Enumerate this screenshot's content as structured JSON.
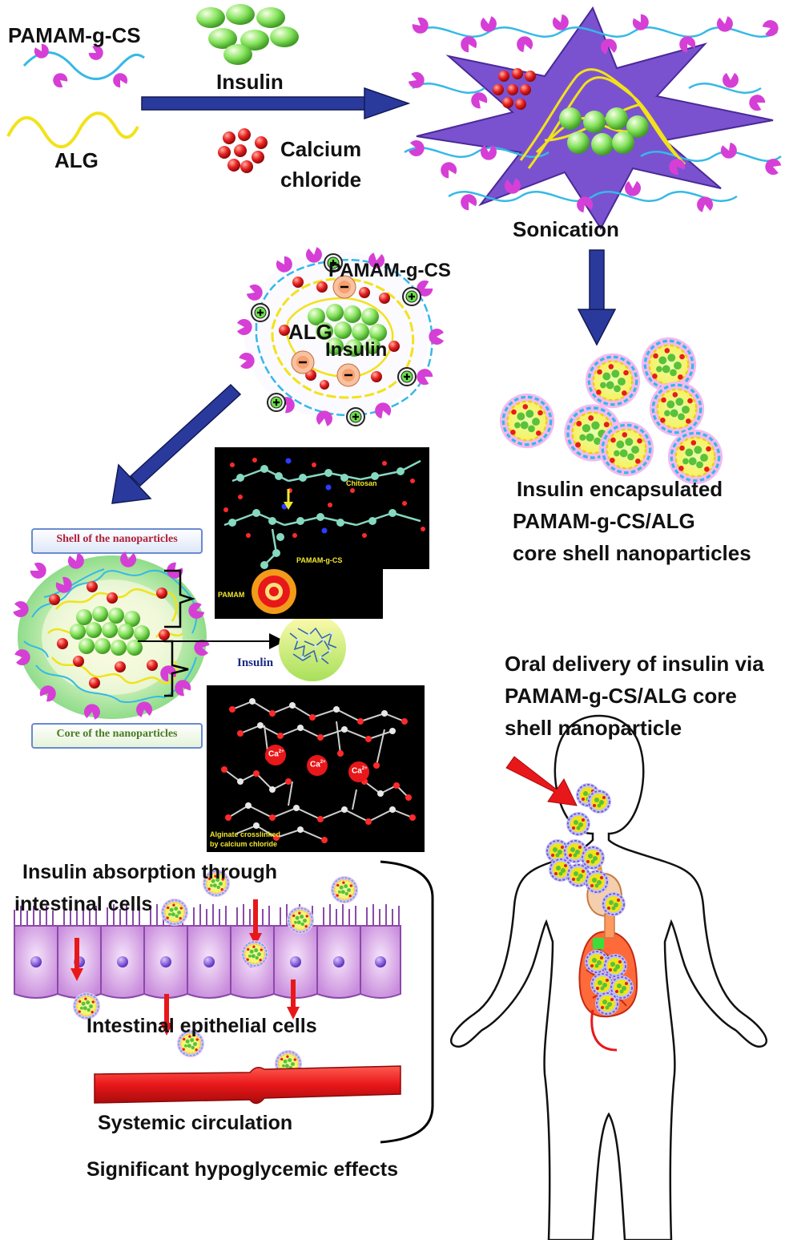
{
  "top": {
    "pamam_label": "PAMAM-g-CS",
    "alg_label": "ALG",
    "insulin_label": "Insulin",
    "calcium_line1": "Calcium",
    "calcium_line2": "chloride",
    "sonication_label": "Sonication"
  },
  "nanoparticle": {
    "pamam_label": "PAMAM-g-CS",
    "alg_label": "ALG",
    "insulin_label": "Insulin"
  },
  "encapsulated": {
    "line1": "Insulin encapsulated",
    "line2": "PAMAM-g-CS/ALG",
    "line3": "core shell nanoparticles"
  },
  "structure": {
    "shell_label": "Shell of the nanoparticles",
    "core_label": "Core of the nanoparticles",
    "insulin_label": "Insulin",
    "chitosan_label": "Chitosan",
    "pamam_g_cs_label": "PAMAM-g-CS",
    "pamam_label": "PAMAM",
    "ca_label": "Ca",
    "ca_sup": "2+",
    "alginate_line1": "Alginate crosslinked",
    "alginate_line2": "by calcium chloride"
  },
  "absorption": {
    "line1": "Insulin absorption through",
    "line2": "intestinal cells",
    "epithelial_label": "Intestinal epithelial cells",
    "circulation_label": "Systemic circulation",
    "effects_label": "Significant hypoglycemic effects"
  },
  "oral": {
    "line1": "Oral delivery of insulin via",
    "line2": "PAMAM-g-CS/ALG core",
    "line3": "shell nanoparticle"
  },
  "colors": {
    "arrow_blue": "#1f2f86",
    "pamam_cyan": "#35b9e6",
    "alg_yellow": "#f2e21a",
    "insulin_green": "#7fe35a",
    "calcium_red": "#e51d1d",
    "magenta": "#d63fd6",
    "star_purple": "#8f5bd6",
    "cell_pink": "#d9a4ea",
    "blood_red": "#e8171a"
  }
}
